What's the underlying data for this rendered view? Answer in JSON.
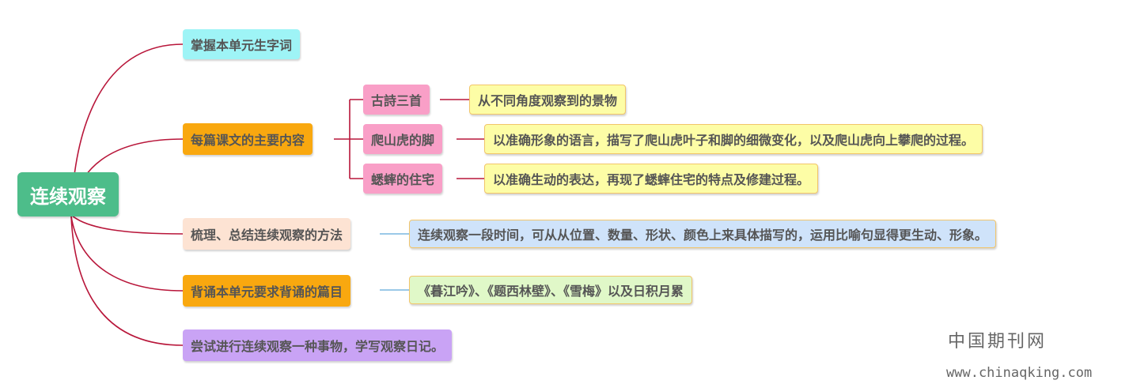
{
  "root": {
    "label": "连续观察",
    "color": "#4dbd8a"
  },
  "branches": [
    {
      "label": "掌握本单元生字词",
      "color": "#9ef4f6"
    },
    {
      "label": "每篇课文的主要内容",
      "color": "#f9a80f",
      "children": [
        {
          "label": "古詩三首",
          "color": "#f99fc7",
          "detail": {
            "label": "从不同角度观察到的景物",
            "color": "#fdfda6"
          }
        },
        {
          "label": "爬山虎的脚",
          "color": "#f99fc7",
          "detail": {
            "label": "以准确形象的语言，描写了爬山虎叶子和脚的细微变化，以及爬山虎向上攀爬的过程。",
            "color": "#fdfda6"
          }
        },
        {
          "label": "蟋蟀的住宅",
          "color": "#f99fc7",
          "detail": {
            "label": "以准确生动的表达，再现了蟋蟀住宅的特点及修建过程。",
            "color": "#fdfda6"
          }
        }
      ]
    },
    {
      "label": "梳理、总结连续观察的方法",
      "color": "#fde3d3",
      "detail": {
        "label": "连续观察一段时间，可从从位置、数量、形状、颜色上来具体描写的，运用比喻句显得更生动、形象。",
        "color": "#cfe3fa"
      }
    },
    {
      "label": "背诵本单元要求背诵的篇目",
      "color": "#f9a80f",
      "detail": {
        "label": "《暮江吟》、《题西林壁》、《雪梅》以及日积月累",
        "color": "#e0f8c8"
      }
    },
    {
      "label": "尝试进行连续观察一种事物，学写观察日记。",
      "color": "#c9a3f5"
    }
  ],
  "watermark": {
    "title": "中国期刊网",
    "url": "www.chinaqking.com"
  },
  "colors": {
    "main_link": "#b8163a",
    "sub_link": "#b8163a",
    "detail_link": "#7ab7e0"
  }
}
